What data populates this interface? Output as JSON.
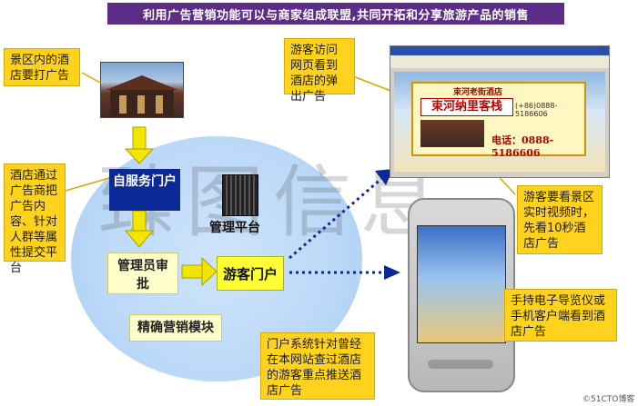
{
  "title": "利用广告营销功能可以与商家组成联盟,共同开拓和分享旅游产品的销售",
  "watermark": "臻图信息",
  "callouts": {
    "hotel_ad": "景区内的酒店要打广告",
    "hotel_submit": "酒店通过广告商把广告内容、针对人群等属性提交平台",
    "visitor_popup": "游客访问网页看到酒店的弹出广告",
    "visitor_video": "游客要看景区实时视频时，先看10秒酒店广告",
    "handheld": "手持电子导览仪或手机客户端看到酒店广告",
    "portal_push": "门户系统针对曾经在本网站查过酒店的游客重点推送酒店广告"
  },
  "nodes": {
    "self_service": "自服务门户",
    "admin_review": "管理员审批",
    "visitor_portal": "游客门户",
    "platform": "管理平台",
    "module": "精确营销模块"
  },
  "ad": {
    "headline": "束河老街酒店",
    "hotel_name": "束河纳里客栈",
    "phone_small": "(+86)0888-5186606",
    "phone_big": "电话：0888-5186606"
  },
  "credit": "©51CTO博客",
  "colors": {
    "title_bg": "#5b2d86",
    "callout_bg": "#ffd21e",
    "navy": "#0b2a97",
    "arrow_yellow": "#f2e600",
    "dotted": "#0b2a97"
  }
}
